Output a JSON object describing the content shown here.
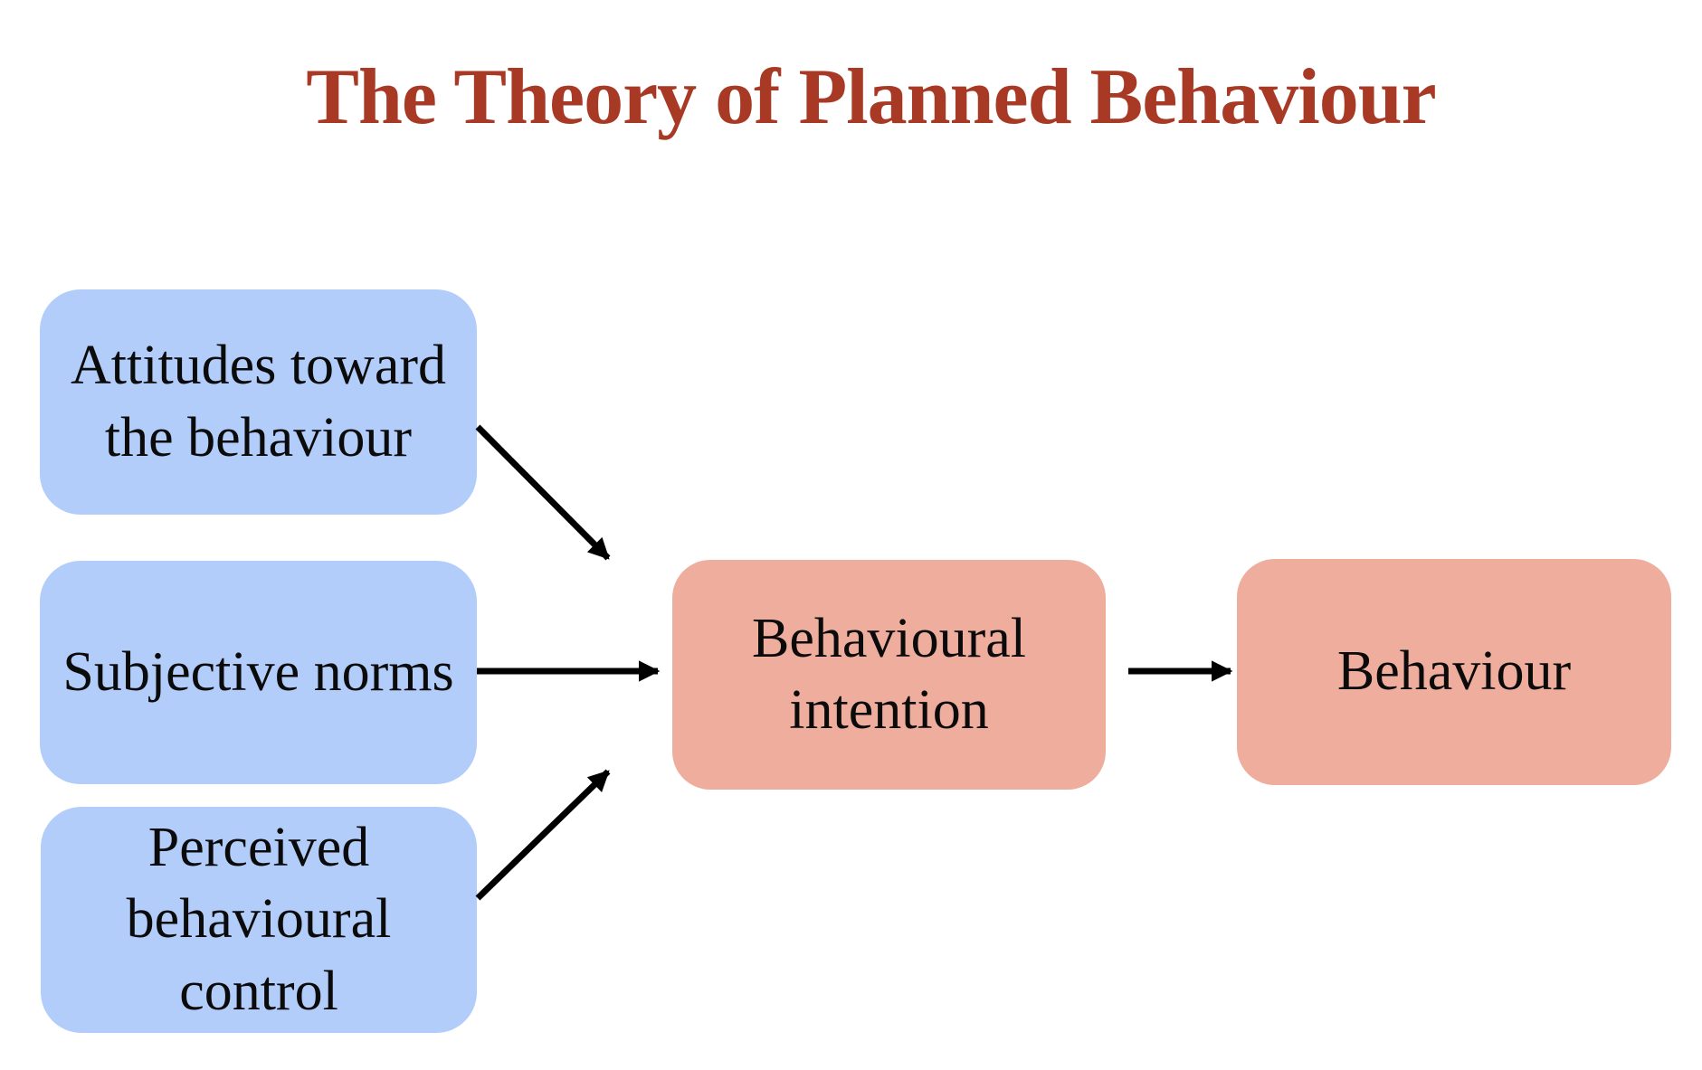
{
  "title": {
    "text": "The Theory of Planned Behaviour",
    "color": "#A83A25"
  },
  "colors": {
    "factor_box": "#B2CDFA",
    "outcome_box": "#EFAD9D",
    "arrow": "#000000",
    "title": "#A83A25",
    "text": "#0B0B0B",
    "background": "#FFFFFF"
  },
  "diagram": {
    "factors": [
      {
        "id": "attitudes",
        "label": "Attitudes toward\nthe behaviour"
      },
      {
        "id": "subjective-norms",
        "label": "Subjective norms"
      },
      {
        "id": "perceived-behavioural-control",
        "label": "Perceived\nbehavioural\ncontrol"
      }
    ],
    "mediator": {
      "id": "behavioural-intention",
      "label": "Behavioural\nintention"
    },
    "outcome": {
      "id": "behaviour",
      "label": "Behaviour"
    },
    "arrows": [
      {
        "from": "attitudes",
        "to": "behavioural-intention"
      },
      {
        "from": "subjective-norms",
        "to": "behavioural-intention"
      },
      {
        "from": "perceived-behavioural-control",
        "to": "behavioural-intention"
      },
      {
        "from": "behavioural-intention",
        "to": "behaviour"
      }
    ]
  }
}
